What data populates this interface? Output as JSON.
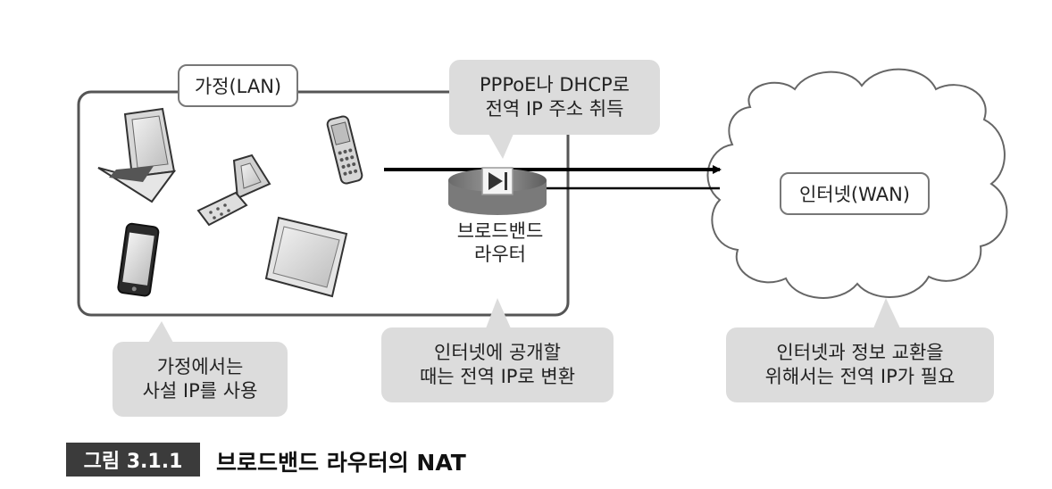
{
  "lan": {
    "label": "가정(LAN)"
  },
  "isp_callout": {
    "line1": "PPPoE나 DHCP로",
    "line2": "전역 IP 주소 취득"
  },
  "internet": {
    "label": "인터넷(WAN)"
  },
  "router": {
    "line1": "브로드밴드",
    "line2": "라우터"
  },
  "callouts": {
    "private_ip": {
      "line1": "가정에서는",
      "line2": "사설 IP를 사용"
    },
    "nat": {
      "line1": "인터넷에 공개할",
      "line2": "때는 전역 IP로 변환"
    },
    "global_ip": {
      "line1": "인터넷과 정보 교환을",
      "line2": "위해서는 전역 IP가 필요"
    }
  },
  "caption": {
    "tag": "그림 3.1.1",
    "title": "브로드밴드 라우터의 NAT"
  },
  "colors": {
    "border": "#555555",
    "callout_bg": "#dcdcdc",
    "caption_bg": "#3b3b3b",
    "arrow": "#000000"
  },
  "icons": [
    "laptop-icon",
    "feature-phone-icon",
    "flip-phone-icon",
    "smartphone-icon",
    "tablet-icon",
    "router-icon",
    "cloud-icon"
  ]
}
